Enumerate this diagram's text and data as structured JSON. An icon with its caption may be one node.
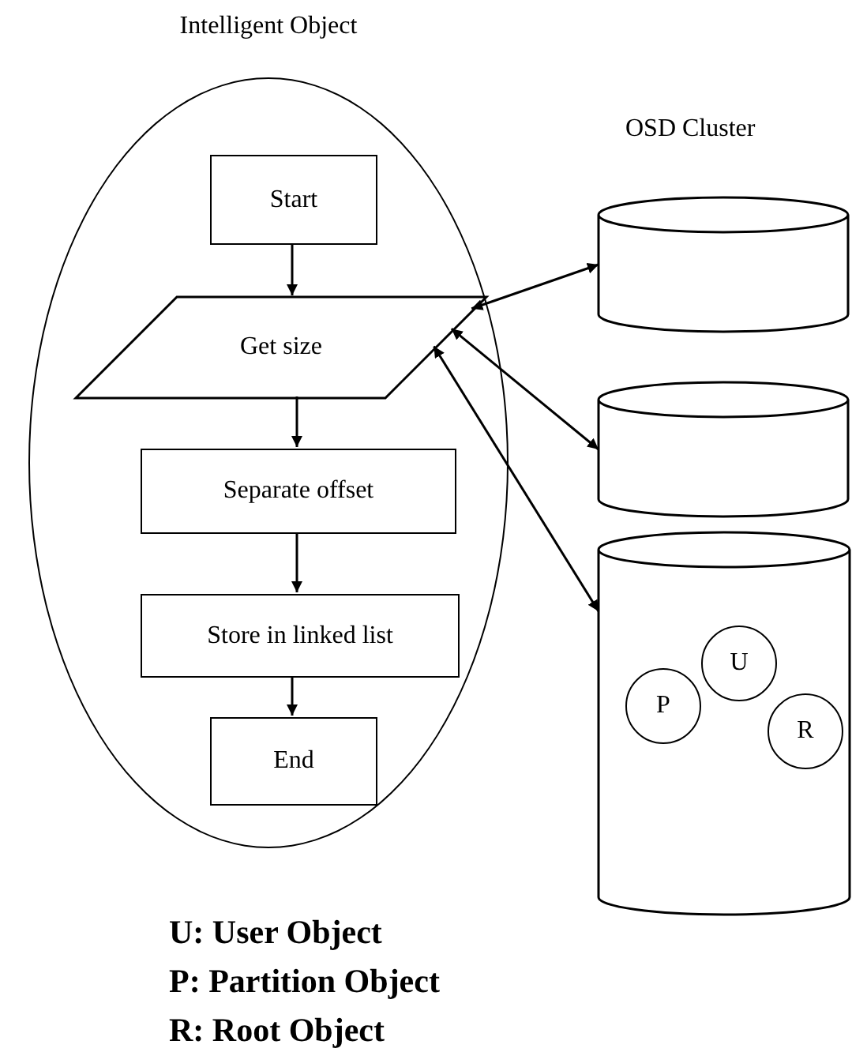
{
  "diagram": {
    "nodes": [
      {
        "text": [
          "Intelligent Object"
        ]
      },
      {
        "text": [
          "Start"
        ],
        "in": 0
      },
      {
        "text": [
          "Get size"
        ],
        "in": 0
      },
      {
        "text": [
          "Separate offset"
        ],
        "in": 0
      },
      {
        "text": [
          "Store in linked list"
        ],
        "in": 0
      },
      {
        "text": [
          "End"
        ],
        "in": 0
      },
      {
        "text": [],
        "shape": "cylinder"
      },
      {
        "text": [],
        "shape": "cylinder"
      },
      {
        "text": [],
        "shape": "cylinder"
      },
      {
        "text": [
          "U"
        ],
        "in": 8
      },
      {
        "text": [
          "P"
        ],
        "in": 8
      },
      {
        "text": [
          "R"
        ],
        "in": 8
      }
    ],
    "edges": [
      {
        "from": 1,
        "to": 2,
        "arrow": "to"
      },
      {
        "from": 2,
        "to": 3,
        "arrow": "to"
      },
      {
        "from": 3,
        "to": 4,
        "arrow": "to"
      },
      {
        "from": 4,
        "to": 5,
        "arrow": "to"
      },
      {
        "from": 2,
        "to": 6,
        "arrow": "both"
      },
      {
        "from": 2,
        "to": 7,
        "arrow": "both"
      },
      {
        "from": 2,
        "to": 8,
        "arrow": "both"
      }
    ],
    "labels": [
      "OSD Cluster",
      "U: User Object",
      "P: Partition Object",
      "R: Root Object"
    ]
  }
}
